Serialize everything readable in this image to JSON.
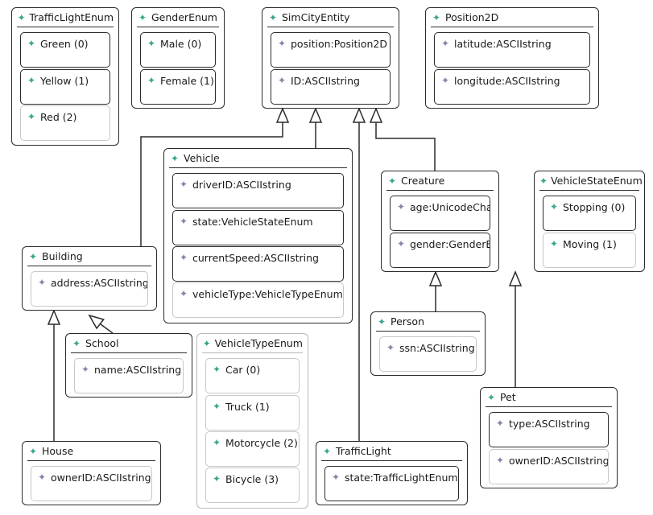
{
  "diagram": {
    "icons": {
      "class_icon": "teal-diamond-star-icon",
      "literal_icon": "teal-diamond-star-icon",
      "attribute_icon": "purple-diamond-star-icon"
    },
    "colors": {
      "border": "#2b2b2b",
      "light_border": "#b9b9b9",
      "class_icon": "#39a58f",
      "attribute_icon": "#8a82a8"
    },
    "classes": [
      {
        "id": "trafficlightenum",
        "name": "TrafficLightEnum",
        "kind": "enum",
        "items": [
          "Green (0)",
          "Yellow (1)",
          "Red (2)"
        ]
      },
      {
        "id": "genderenum",
        "name": "GenderEnum",
        "kind": "enum",
        "items": [
          "Male (0)",
          "Female (1)"
        ]
      },
      {
        "id": "simcityentity",
        "name": "SimCityEntity",
        "kind": "class",
        "items": [
          "position:Position2D",
          "ID:ASCIIstring"
        ]
      },
      {
        "id": "position2d",
        "name": "Position2D",
        "kind": "class",
        "items": [
          "latitude:ASCIIstring",
          "longitude:ASCIIstring"
        ]
      },
      {
        "id": "vehicle",
        "name": "Vehicle",
        "kind": "class",
        "items": [
          "driverID:ASCIIstring",
          "state:VehicleStateEnum",
          "currentSpeed:ASCIIstring",
          "vehicleType:VehicleTypeEnum"
        ]
      },
      {
        "id": "creature",
        "name": "Creature",
        "kind": "class",
        "items": [
          "age:UnicodeChar",
          "gender:GenderEnum"
        ]
      },
      {
        "id": "vehiclestateenum",
        "name": "VehicleStateEnum",
        "kind": "enum",
        "items": [
          "Stopping (0)",
          "Moving (1)"
        ]
      },
      {
        "id": "building",
        "name": "Building",
        "kind": "class",
        "items": [
          "address:ASCIIstring"
        ]
      },
      {
        "id": "school",
        "name": "School",
        "kind": "class",
        "items": [
          "name:ASCIIstring"
        ]
      },
      {
        "id": "vehicletypeenum",
        "name": "VehicleTypeEnum",
        "kind": "enum",
        "items": [
          "Car (0)",
          "Truck (1)",
          "Motorcycle (2)",
          "Bicycle (3)"
        ]
      },
      {
        "id": "person",
        "name": "Person",
        "kind": "class",
        "items": [
          "ssn:ASCIIstring"
        ]
      },
      {
        "id": "pet",
        "name": "Pet",
        "kind": "class",
        "items": [
          "type:ASCIIstring",
          "ownerID:ASCIIstring"
        ]
      },
      {
        "id": "house",
        "name": "House",
        "kind": "class",
        "items": [
          "ownerID:ASCIIstring"
        ]
      },
      {
        "id": "trafficlight",
        "name": "TrafficLight",
        "kind": "class",
        "items": [
          "state:TrafficLightEnum"
        ]
      }
    ],
    "generalizations": [
      {
        "from": "building",
        "to": "simcityentity"
      },
      {
        "from": "vehicle",
        "to": "simcityentity"
      },
      {
        "from": "trafficlight",
        "to": "simcityentity"
      },
      {
        "from": "creature",
        "to": "simcityentity"
      },
      {
        "from": "school",
        "to": "building"
      },
      {
        "from": "house",
        "to": "building"
      },
      {
        "from": "person",
        "to": "creature"
      },
      {
        "from": "pet",
        "to": "creature"
      }
    ]
  }
}
